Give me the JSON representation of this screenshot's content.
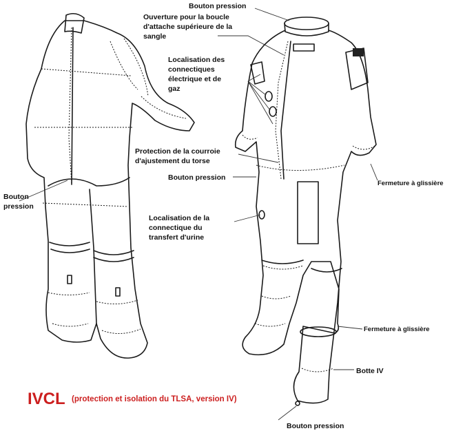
{
  "colors": {
    "accent": "#cc1f1f",
    "ink": "#111111",
    "background": "#ffffff"
  },
  "caption": {
    "title": "IVCL",
    "subtitle": "(protection et isolation du TLSA, version IV)"
  },
  "labels": {
    "snap_neck": "Bouton pression",
    "strap_opening": "Ouverture pour la boucle\nd'attache supérieure de la\nsangle",
    "connectors": "Localisation des\nconnectiques\nélectrique et de\ngaz",
    "torso_strap": "Protection de la courroie\nd'ajustement du torse",
    "snap_mid": "Bouton pression",
    "snap_back": "Bouton\npression",
    "urine": "Localisation de la\nconnectique du\ntransfert d'urine",
    "zip_arm": "Fermeture à glissière",
    "zip_boot": "Fermeture à glissière",
    "boot": "Botte IV",
    "snap_boot": "Bouton pression"
  }
}
